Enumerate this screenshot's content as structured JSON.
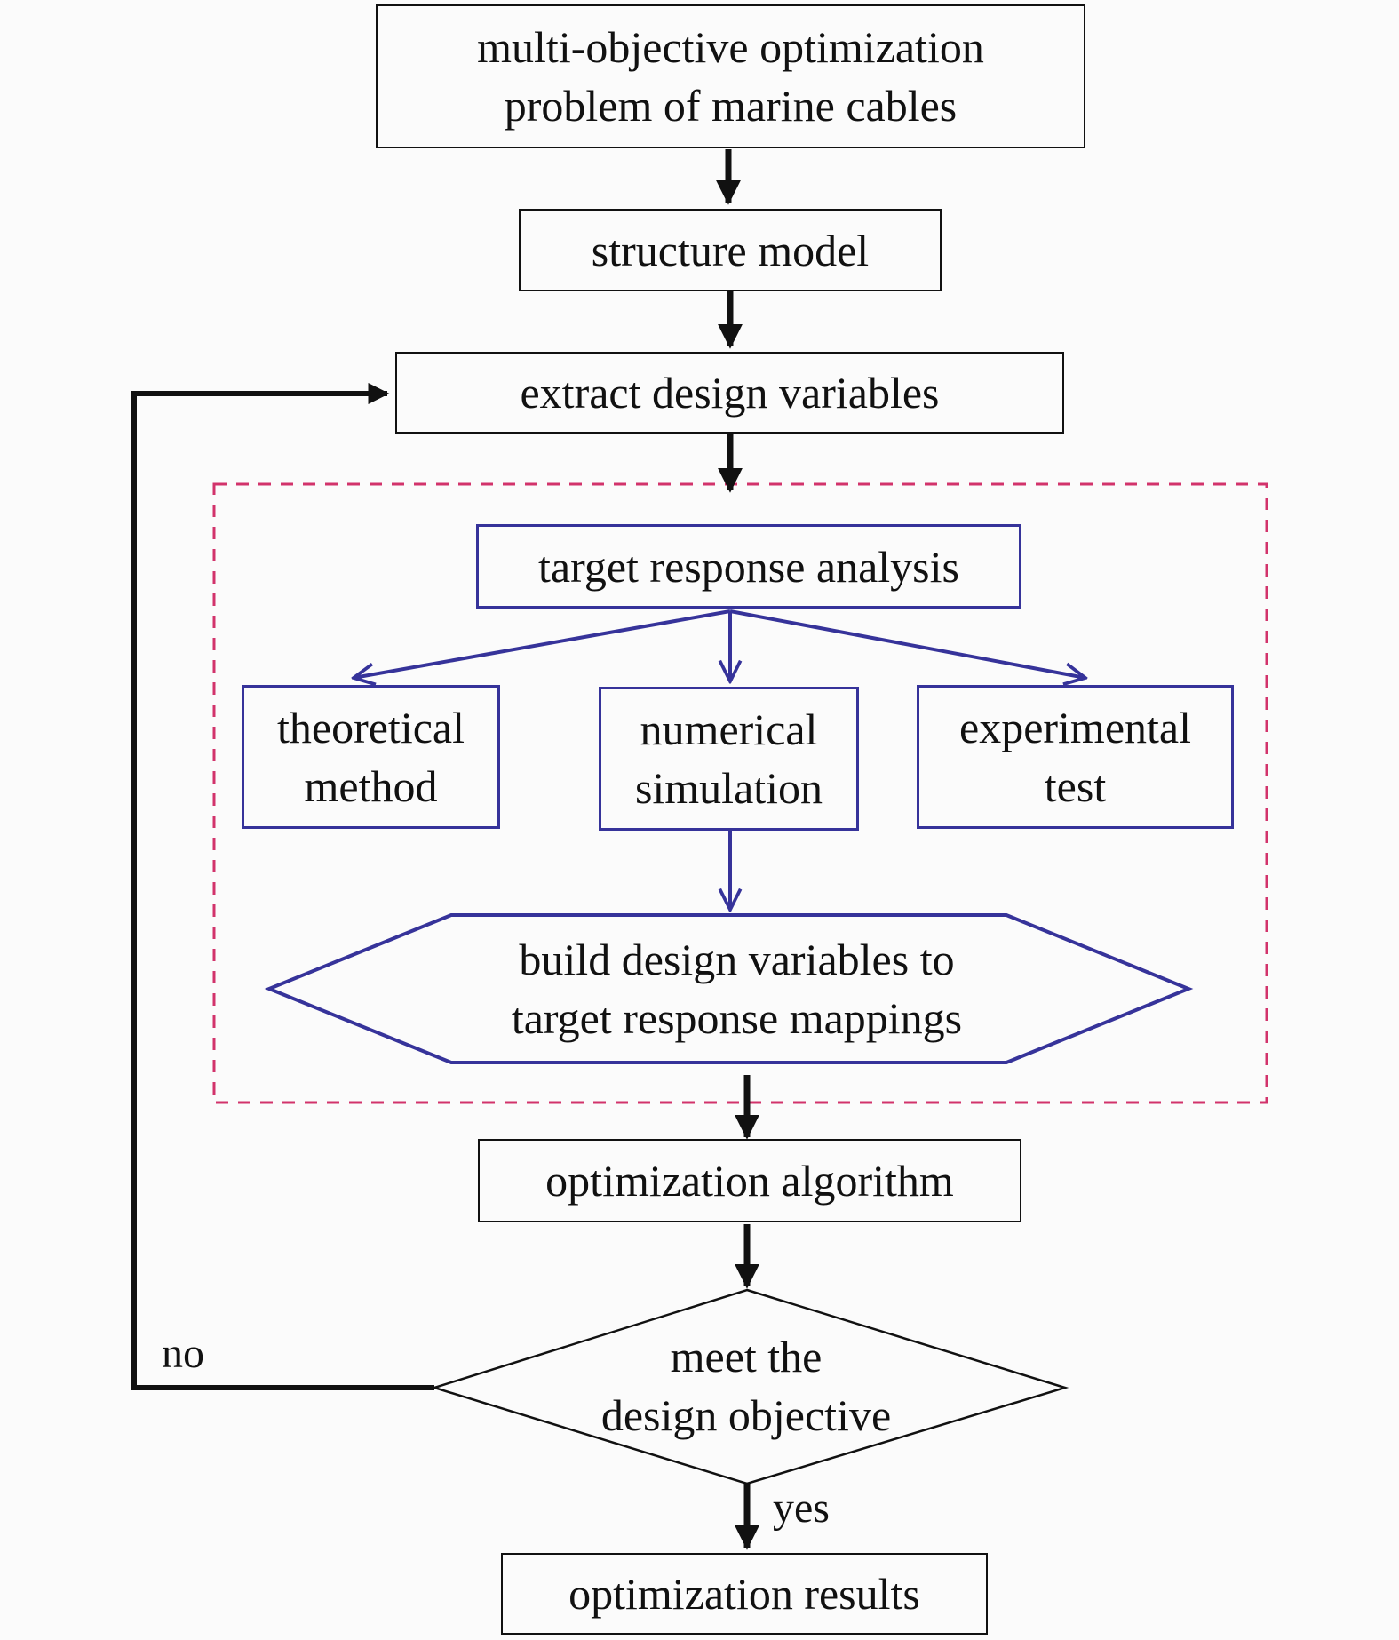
{
  "diagram": {
    "nodes": {
      "problem": [
        "multi-objective optimization",
        "problem of marine cables"
      ],
      "structure_model": "structure model",
      "extract_design_variables": "extract design variables",
      "target_response_analysis": "target response analysis",
      "theoretical_method": [
        "theoretical",
        "method"
      ],
      "numerical_simulation": [
        "numerical",
        "simulation"
      ],
      "experimental_test": [
        "experimental",
        "test"
      ],
      "build_mappings": [
        "build design variables to",
        "target response mappings"
      ],
      "optimization_algorithm": "optimization algorithm",
      "decision": [
        "meet the",
        "design objective"
      ],
      "optimization_results": "optimization results"
    },
    "edge_labels": {
      "no": "no",
      "yes": "yes"
    },
    "colors": {
      "main_line": "#111111",
      "analysis_box": "#36339a",
      "dashed_frame": "#d2336b",
      "background": "#fbfbfb"
    }
  }
}
